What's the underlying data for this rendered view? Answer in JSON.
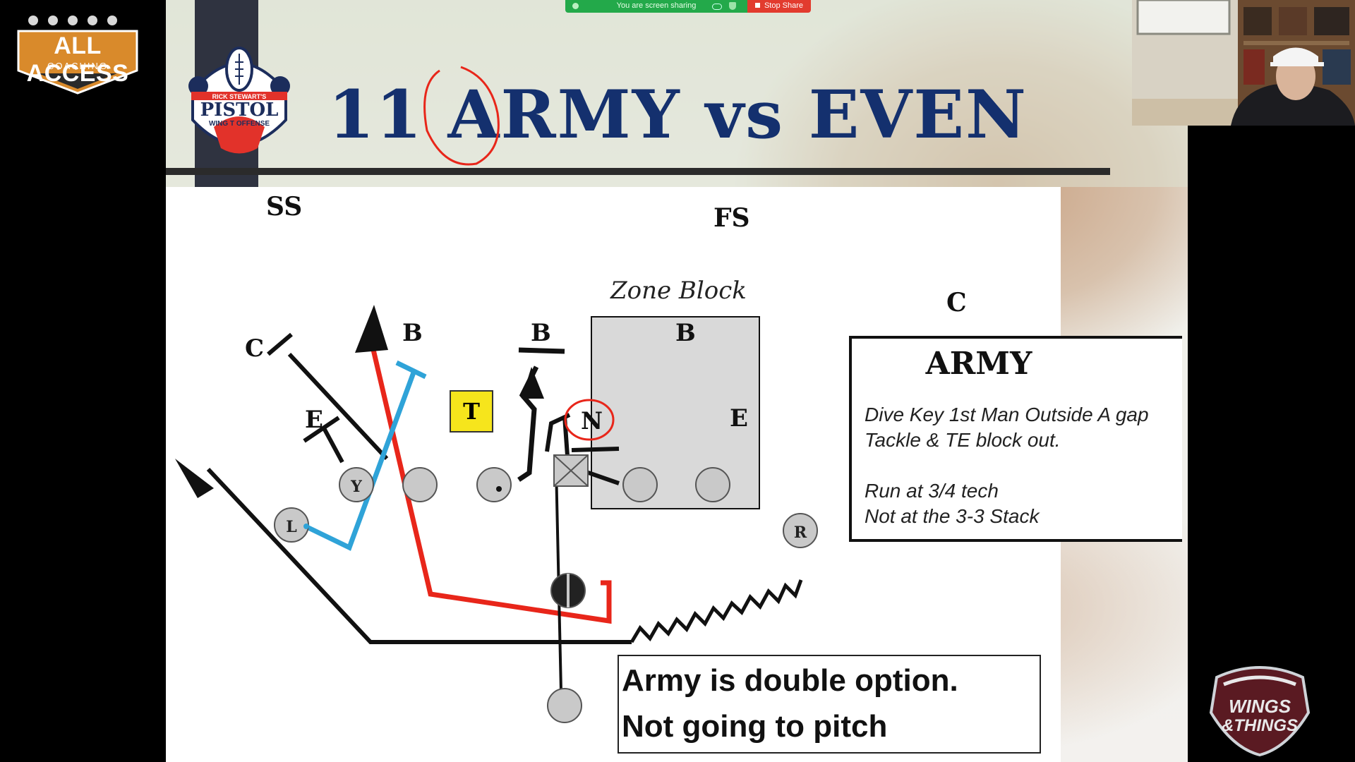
{
  "brand": {
    "title": "ALL ACCESS",
    "subtitle": "COACHING"
  },
  "zoom": {
    "sharing_text": "You are screen sharing",
    "stop_label": "Stop Share"
  },
  "slide": {
    "title": "11 ARMY vs EVEN",
    "logo": {
      "top_text": "RICK STEWART'S",
      "main_text": "PISTOL",
      "sub_text": "WING T OFFENSE"
    },
    "defense_labels": {
      "ss": "SS",
      "fs": "FS",
      "c_left": "C",
      "c_right": "C",
      "b1": "B",
      "b2": "B",
      "b3": "B",
      "e_left": "E",
      "e_right": "E",
      "t": "T",
      "n": "N"
    },
    "offense_labels": {
      "y": "Y",
      "l": "L",
      "r": "R"
    },
    "zone_block_label": "Zone Block",
    "army_box": {
      "title": "ARMY",
      "lines": [
        "Dive Key 1st Man Outside A gap",
        "Tackle & TE block out.",
        "Run at 3/4 tech",
        "Not at the 3-3 Stack"
      ]
    },
    "note": {
      "line1": "Army is double option.",
      "line2": "Not going to pitch"
    }
  },
  "wings_logo": {
    "line1": "WINGS",
    "line2": "&THINGS"
  },
  "colors": {
    "title_navy": "#14306e",
    "red_route": "#e8261a",
    "blue_route": "#2fa3d8",
    "zoom_green": "#23a94a",
    "zoom_red": "#e23b2e",
    "brand_orange": "#d98a2b"
  }
}
